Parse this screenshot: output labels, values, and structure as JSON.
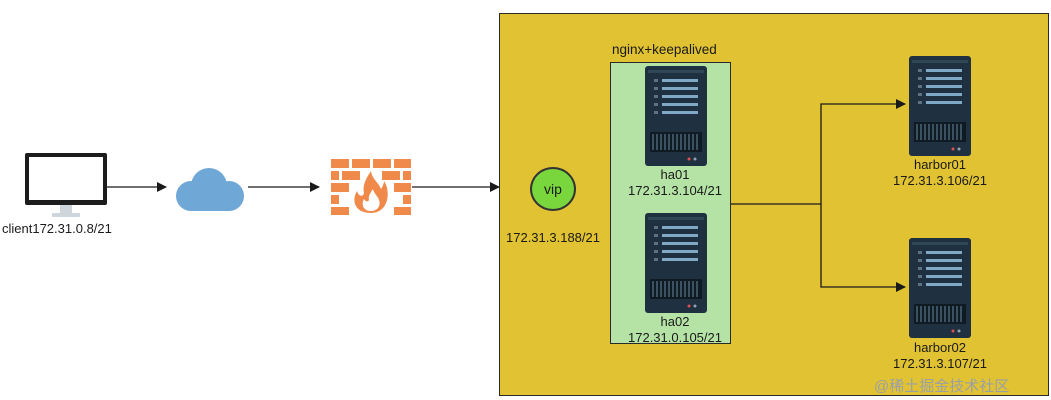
{
  "client": {
    "label": "client172.31.0.8/21",
    "icon": "monitor-icon"
  },
  "internet": {
    "icon": "cloud-icon"
  },
  "firewall": {
    "icon": "firewall-icon"
  },
  "cluster": {
    "title": "nginx+keepalived"
  },
  "vip": {
    "label": "vip",
    "address": "172.31.3.188/21"
  },
  "ha_nodes": [
    {
      "name": "ha01",
      "address": "172.31.3.104/21"
    },
    {
      "name": "ha02",
      "address": "172.31.0.105/21"
    }
  ],
  "harbor_nodes": [
    {
      "name": "harbor01",
      "address": "172.31.3.106/21"
    },
    {
      "name": "harbor02",
      "address": "172.31.3.107/21"
    }
  ],
  "watermark": "@稀土掘金技术社区",
  "colors": {
    "zone": "#e0c233",
    "cluster": "#b5e3a6",
    "vip": "#79d63c",
    "cloud": "#6fa8d6",
    "firewall": "#f08a4b",
    "server": "#1f3040"
  }
}
